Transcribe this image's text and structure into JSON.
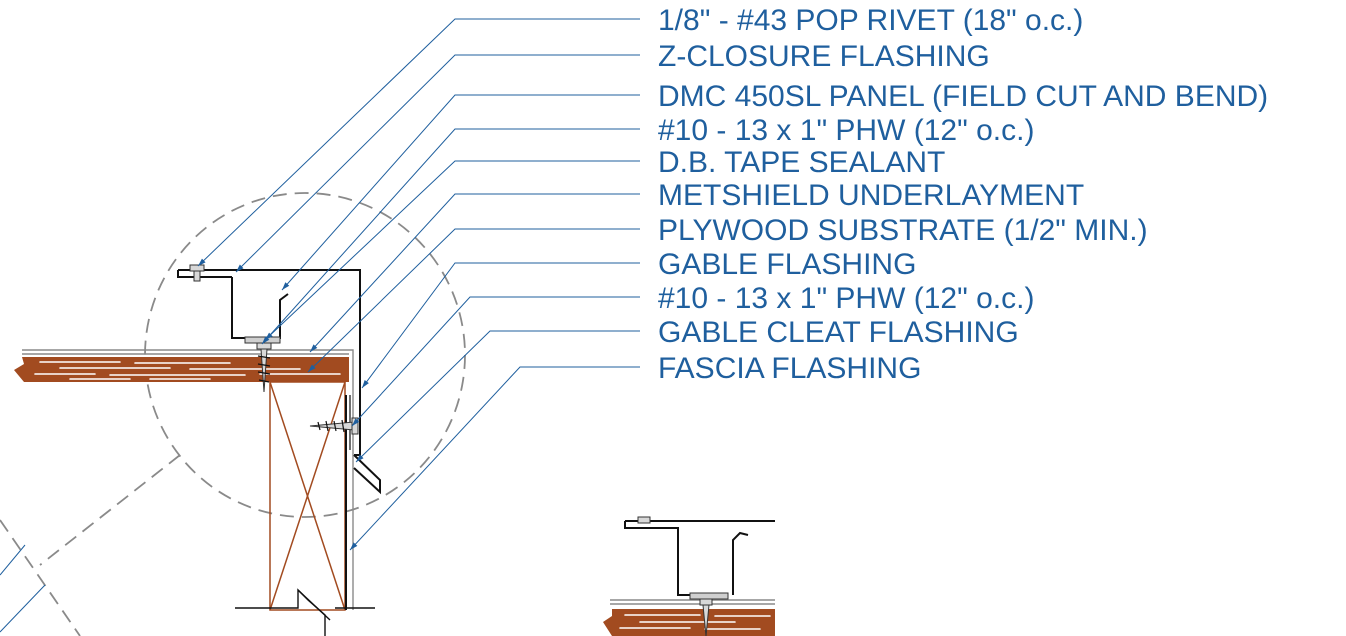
{
  "callouts": [
    {
      "id": "rivet",
      "text": "1/8\" - #43 POP RIVET  (18\" o.c.)"
    },
    {
      "id": "z-closure",
      "text": "Z-CLOSURE FLASHING"
    },
    {
      "id": "panel",
      "text": "DMC 450SL PANEL (FIELD CUT AND BEND)"
    },
    {
      "id": "phw-top",
      "text": "#10 - 13 x 1\" PHW  (12\" o.c.)"
    },
    {
      "id": "tape",
      "text": "D.B. TAPE SEALANT"
    },
    {
      "id": "underlayment",
      "text": "METSHIELD UNDERLAYMENT"
    },
    {
      "id": "plywood",
      "text": "PLYWOOD SUBSTRATE (1/2\" MIN.)"
    },
    {
      "id": "gable",
      "text": "GABLE FLASHING"
    },
    {
      "id": "phw-side",
      "text": "#10 - 13 x 1\" PHW  (12\" o.c.)"
    },
    {
      "id": "cleat",
      "text": "GABLE CLEAT FLASHING"
    },
    {
      "id": "fascia",
      "text": "FASCIA FLASHING"
    }
  ],
  "colors": {
    "callout_blue": "#1f5f9e",
    "wood": "#a24b20",
    "metal": "#111111",
    "dashed_circle": "#8a8a8a"
  }
}
